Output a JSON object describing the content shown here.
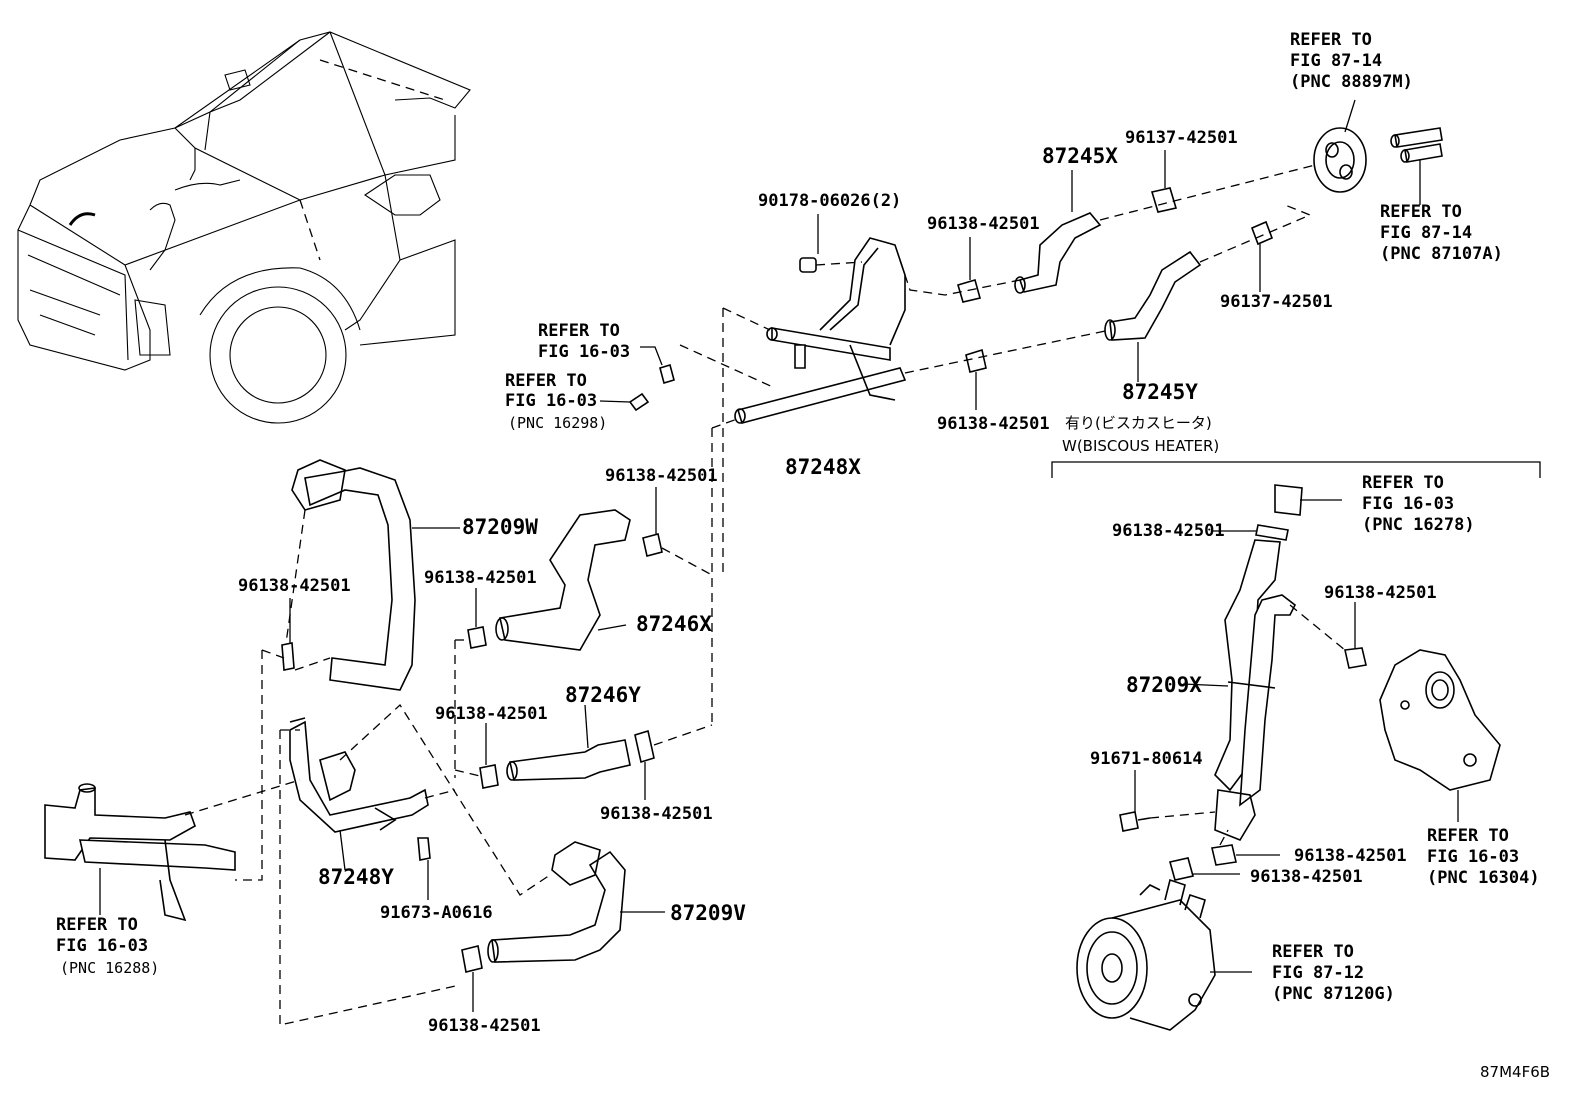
{
  "diagram": {
    "figure_code": "87M4F6B",
    "variant_note_jp": "有り(ビスカスヒータ)",
    "variant_note": "W(BISCOUS HEATER)",
    "parts": {
      "p87209W": "87209W",
      "p87209V": "87209V",
      "p87209X": "87209X",
      "p87248X": "87248X",
      "p87248Y": "87248Y",
      "p87246X": "87246X",
      "p87246Y": "87246Y",
      "p87245X": "87245X",
      "p87245Y": "87245Y",
      "p90178": "90178-06026(2)",
      "clamp_96138": "96138-42501",
      "clamp_96137": "96137-42501",
      "bolt_91673": "91673-A0616",
      "bolt_91671": "91671-80614"
    },
    "refs": {
      "refer_to": "REFER TO",
      "fig_87_14": "FIG 87-14",
      "fig_16_03": "FIG 16-03",
      "fig_87_12": "FIG 87-12",
      "pnc_88897M": "(PNC 88897M)",
      "pnc_87107A": "(PNC 87107A)",
      "pnc_16298": "(PNC 16298)",
      "pnc_16278": "(PNC 16278)",
      "pnc_16304": "(PNC 16304)",
      "pnc_16288": "(PNC 16288)",
      "pnc_87120G": "(PNC 87120G)"
    }
  }
}
